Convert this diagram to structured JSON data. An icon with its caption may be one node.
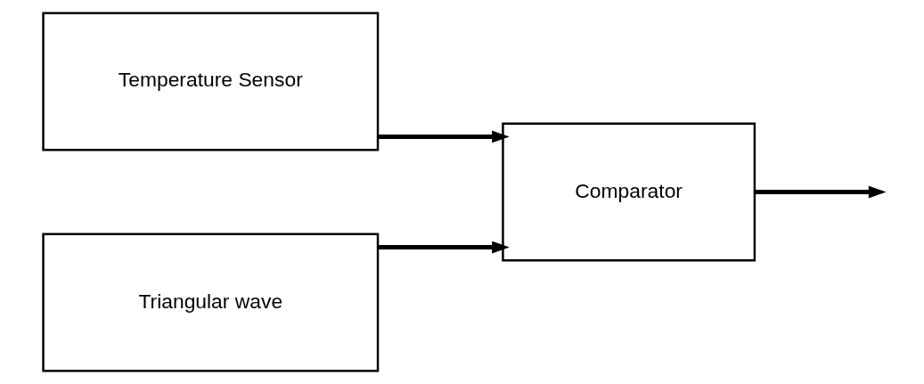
{
  "diagram": {
    "nodes": [
      {
        "text": [
          "Temperature Sensor"
        ]
      },
      {
        "text": [
          "Triangular wave"
        ]
      },
      {
        "text": [
          "Comparator"
        ]
      }
    ],
    "edges": [
      {
        "from": 0,
        "to": 2,
        "arrow": "to"
      },
      {
        "from": 1,
        "to": 2,
        "arrow": "to"
      },
      {
        "from": 2,
        "to": null,
        "arrow": "to"
      }
    ]
  }
}
